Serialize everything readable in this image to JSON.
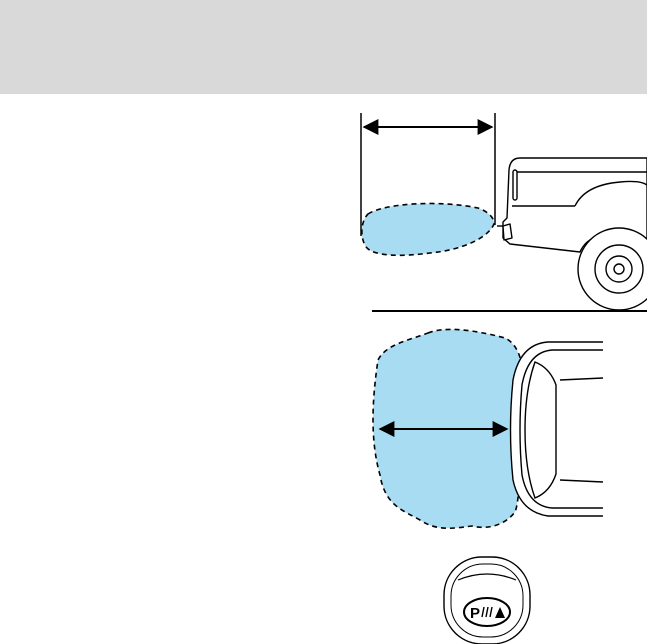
{
  "header": {
    "background": "#d9d9d9"
  },
  "illustration": {
    "detection_zone_color": "#a8dcf3",
    "side_view": {
      "subject": "pickup-truck-rear",
      "arrow": "double-headed"
    },
    "top_view": {
      "subject": "vehicle-rear-top",
      "arrow": "double-headed"
    },
    "park_aid_button": {
      "label": "P",
      "icon_names": [
        "sensor-waves-icon",
        "warning-triangle-icon"
      ]
    }
  }
}
